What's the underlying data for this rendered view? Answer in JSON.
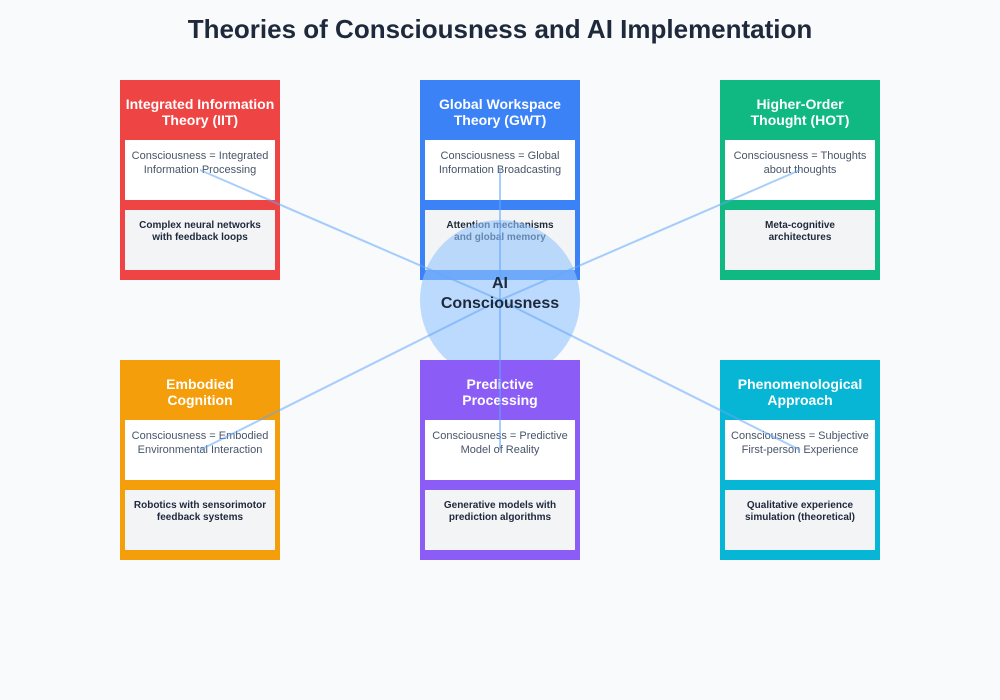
{
  "title": "Theories of Consciousness and AI Implementation",
  "center": {
    "line1": "AI",
    "line2": "Consciousness",
    "color": "#93c5fd"
  },
  "theories": [
    {
      "title_lines": [
        "Integrated Information",
        "Theory (IIT)"
      ],
      "definition_lines": [
        "Consciousness = Integrated",
        "Information Processing"
      ],
      "implementation_lines": [
        "Complex neural networks",
        "with feedback loops"
      ],
      "color": "#ef4444"
    },
    {
      "title_lines": [
        "Global Workspace",
        "Theory (GWT)"
      ],
      "definition_lines": [
        "Consciousness = Global",
        "Information Broadcasting"
      ],
      "implementation_lines": [
        "Attention mechanisms",
        "and global memory"
      ],
      "color": "#3b82f6"
    },
    {
      "title_lines": [
        "Higher-Order",
        "Thought (HOT)"
      ],
      "definition_lines": [
        "Consciousness = Thoughts",
        "about thoughts"
      ],
      "implementation_lines": [
        "Meta-cognitive",
        "architectures"
      ],
      "color": "#10b981"
    },
    {
      "title_lines": [
        "Embodied",
        "Cognition"
      ],
      "definition_lines": [
        "Consciousness = Embodied",
        "Environmental Interaction"
      ],
      "implementation_lines": [
        "Robotics with sensorimotor",
        "feedback systems"
      ],
      "color": "#f59e0b"
    },
    {
      "title_lines": [
        "Predictive",
        "Processing"
      ],
      "definition_lines": [
        "Consciousness = Predictive",
        "Model of Reality"
      ],
      "implementation_lines": [
        "Generative models with",
        "prediction algorithms"
      ],
      "color": "#8b5cf6"
    },
    {
      "title_lines": [
        "Phenomenological",
        "Approach"
      ],
      "definition_lines": [
        "Consciousness = Subjective",
        "First-person Experience"
      ],
      "implementation_lines": [
        "Qualitative experience",
        "simulation (theoretical)"
      ],
      "color": "#06b6d4"
    }
  ],
  "connector_color": "#60a5fa"
}
